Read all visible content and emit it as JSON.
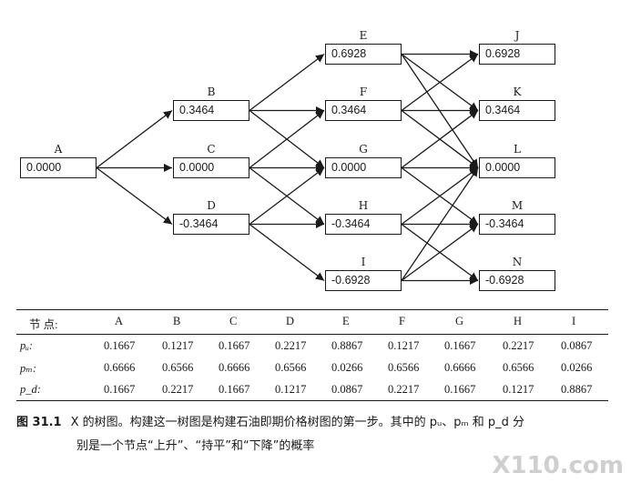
{
  "tree": {
    "nodes": [
      {
        "id": "A",
        "label": "A",
        "value": "0.0000"
      },
      {
        "id": "B",
        "label": "B",
        "value": "0.3464"
      },
      {
        "id": "C",
        "label": "C",
        "value": "0.0000"
      },
      {
        "id": "D",
        "label": "D",
        "value": "-0.3464"
      },
      {
        "id": "E",
        "label": "E",
        "value": "0.6928"
      },
      {
        "id": "F",
        "label": "F",
        "value": "0.3464"
      },
      {
        "id": "G",
        "label": "G",
        "value": "0.0000"
      },
      {
        "id": "H",
        "label": "H",
        "value": "-0.3464"
      },
      {
        "id": "I",
        "label": "I",
        "value": "-0.6928"
      },
      {
        "id": "J",
        "label": "J",
        "value": "0.6928"
      },
      {
        "id": "K",
        "label": "K",
        "value": "0.3464"
      },
      {
        "id": "L",
        "label": "L",
        "value": "0.0000"
      },
      {
        "id": "M",
        "label": "M",
        "value": "-0.3464"
      },
      {
        "id": "N",
        "label": "N",
        "value": "-0.6928"
      }
    ],
    "edges": [
      [
        "A",
        "B"
      ],
      [
        "A",
        "C"
      ],
      [
        "A",
        "D"
      ],
      [
        "B",
        "E"
      ],
      [
        "B",
        "F"
      ],
      [
        "B",
        "G"
      ],
      [
        "C",
        "F"
      ],
      [
        "C",
        "G"
      ],
      [
        "C",
        "H"
      ],
      [
        "D",
        "G"
      ],
      [
        "D",
        "H"
      ],
      [
        "D",
        "I"
      ],
      [
        "E",
        "J"
      ],
      [
        "E",
        "K"
      ],
      [
        "E",
        "L"
      ],
      [
        "F",
        "J"
      ],
      [
        "F",
        "K"
      ],
      [
        "F",
        "L"
      ],
      [
        "G",
        "K"
      ],
      [
        "G",
        "L"
      ],
      [
        "G",
        "M"
      ],
      [
        "H",
        "L"
      ],
      [
        "H",
        "M"
      ],
      [
        "H",
        "N"
      ],
      [
        "I",
        "L"
      ],
      [
        "I",
        "M"
      ],
      [
        "I",
        "N"
      ]
    ]
  },
  "table": {
    "header_label": "节  点:",
    "columns": [
      "A",
      "B",
      "C",
      "D",
      "E",
      "F",
      "G",
      "H",
      "I"
    ],
    "rows": [
      {
        "label": "pᵤ:",
        "values": [
          "0.1667",
          "0.1217",
          "0.1667",
          "0.2217",
          "0.8867",
          "0.1217",
          "0.1667",
          "0.2217",
          "0.0867"
        ]
      },
      {
        "label": "pₘ:",
        "values": [
          "0.6666",
          "0.6566",
          "0.6666",
          "0.6566",
          "0.0266",
          "0.6566",
          "0.6666",
          "0.6566",
          "0.0266"
        ]
      },
      {
        "label": "p_d:",
        "values": [
          "0.1667",
          "0.2217",
          "0.1667",
          "0.1217",
          "0.0867",
          "0.2217",
          "0.1667",
          "0.1217",
          "0.8867"
        ]
      }
    ]
  },
  "caption": {
    "number": "图 31.1",
    "line1": "X 的树图。构建这一树图是构建石油即期价格树图的第一步。其中的 pᵤ、pₘ 和 p_d 分",
    "line2": "别是一个节点“上升”、“持平”和“下降”的概率"
  },
  "watermark": "X110.com"
}
